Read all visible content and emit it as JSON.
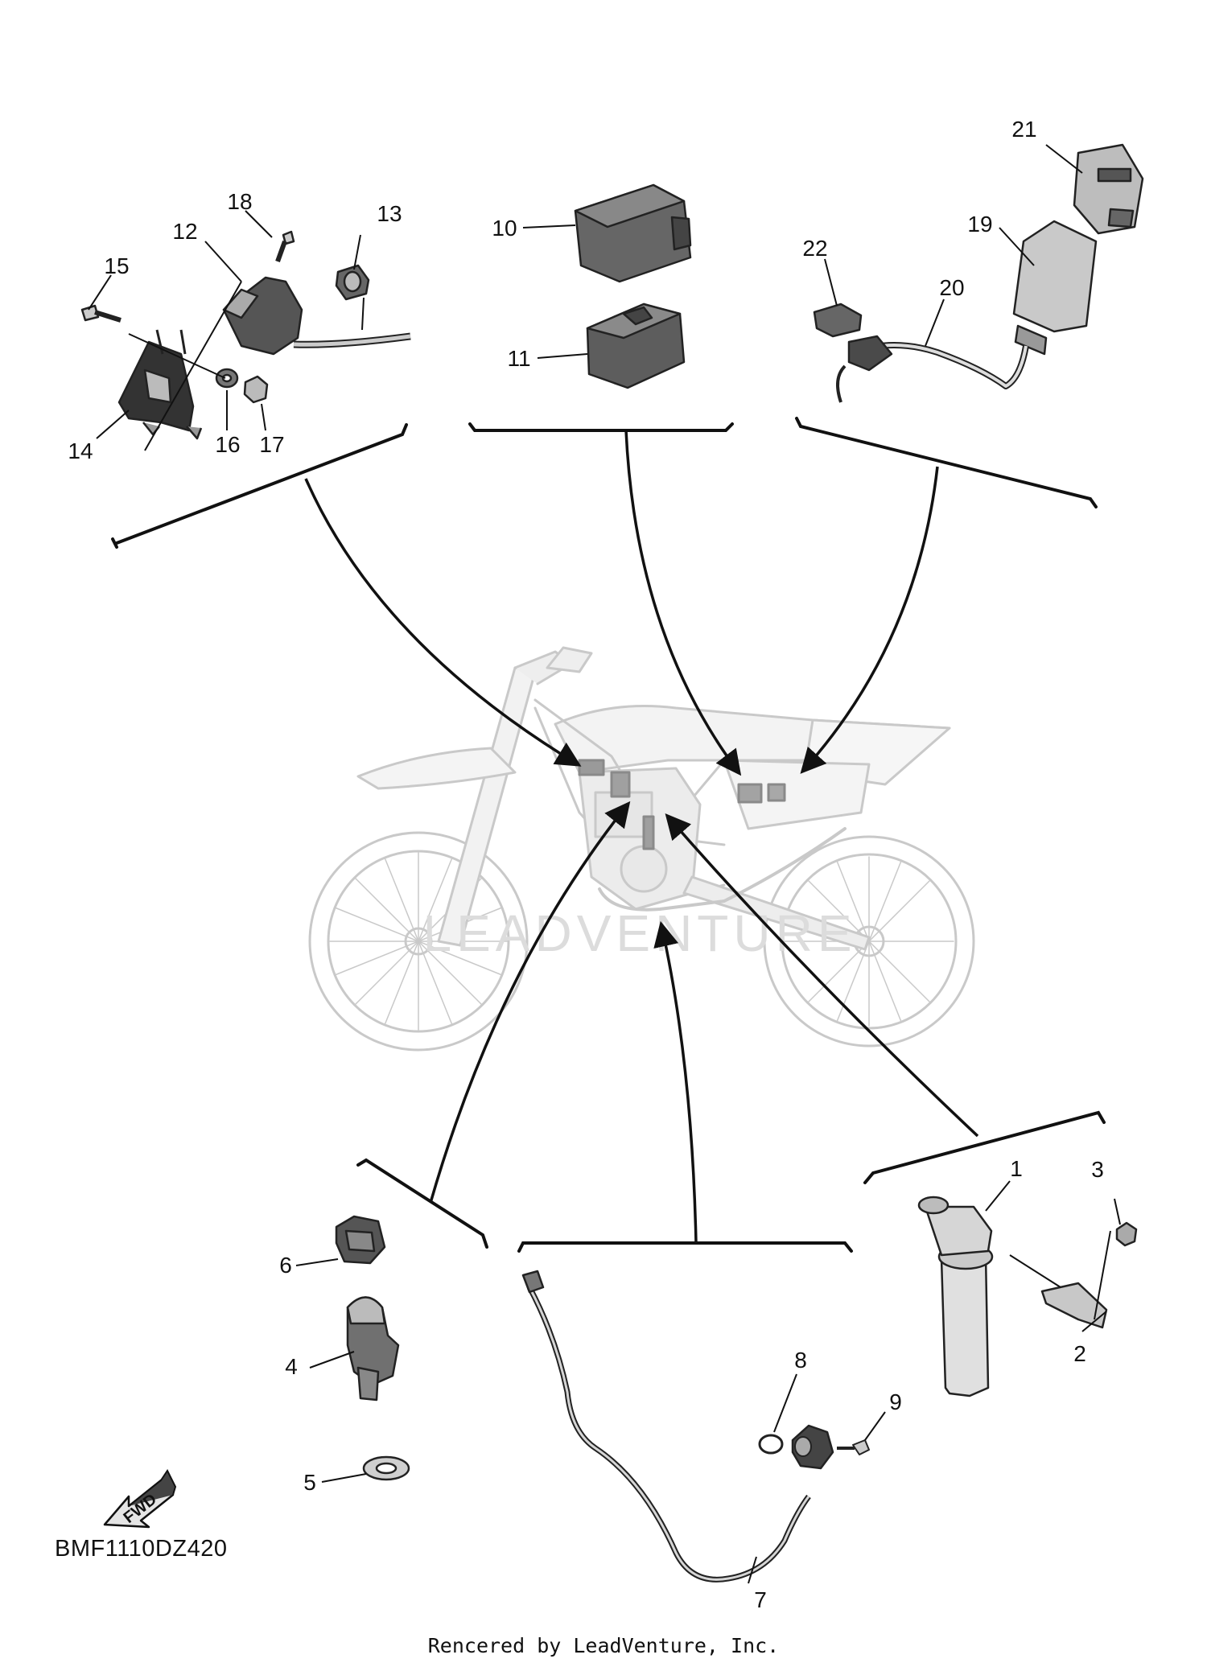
{
  "diagram": {
    "drawing_code": "BMF1110DZ420",
    "footer": "Rencered by LeadVenture, Inc.",
    "watermark": "LEADVENTURE",
    "direction_badge": "FWD",
    "callouts": {
      "c1": "1",
      "c2": "2",
      "c3": "3",
      "c4": "4",
      "c5": "5",
      "c6": "6",
      "c7": "7",
      "c8": "8",
      "c9": "9",
      "c10": "10",
      "c11": "11",
      "c12": "12",
      "c13": "13",
      "c14": "14",
      "c15": "15",
      "c16": "16",
      "c17": "17",
      "c18": "18",
      "c19": "19",
      "c20": "20",
      "c21": "21",
      "c22": "22"
    }
  }
}
